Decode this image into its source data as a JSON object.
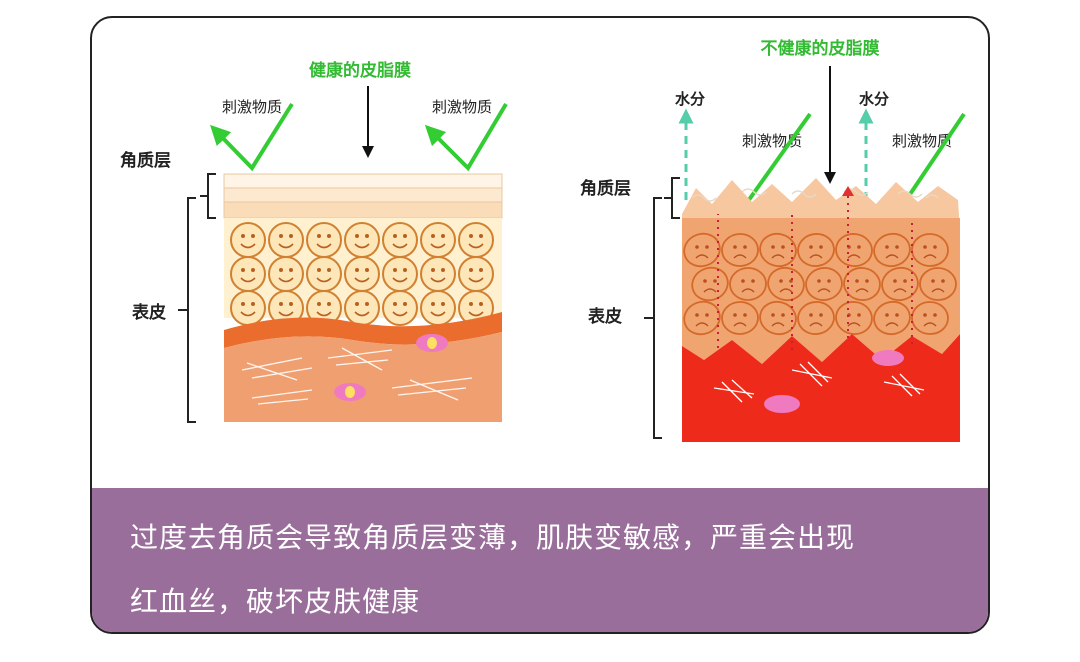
{
  "left_panel": {
    "title": "健康的皮脂膜",
    "irritant_left": "刺激物质",
    "irritant_right": "刺激物质",
    "stratum_label": "角质层",
    "epidermis_label": "表皮"
  },
  "right_panel": {
    "title": "不健康的皮脂膜",
    "moisture_left": "水分",
    "moisture_right": "水分",
    "irritant_left": "刺激物质",
    "irritant_right": "刺激物质",
    "stratum_label": "角质层",
    "epidermis_label": "表皮"
  },
  "caption": {
    "line1": "过度去角质会导致角质层变薄，肌肤变敏感，严重会出现",
    "line2": "红血丝，破坏皮肤健康"
  },
  "colors": {
    "green_arrow": "#33cc33",
    "moisture_arrow": "#55ccaa",
    "caption_bg": "#9a6e9a",
    "healthy_dermis": "#f0a070",
    "unhealthy_dermis": "#ee2a1a"
  }
}
